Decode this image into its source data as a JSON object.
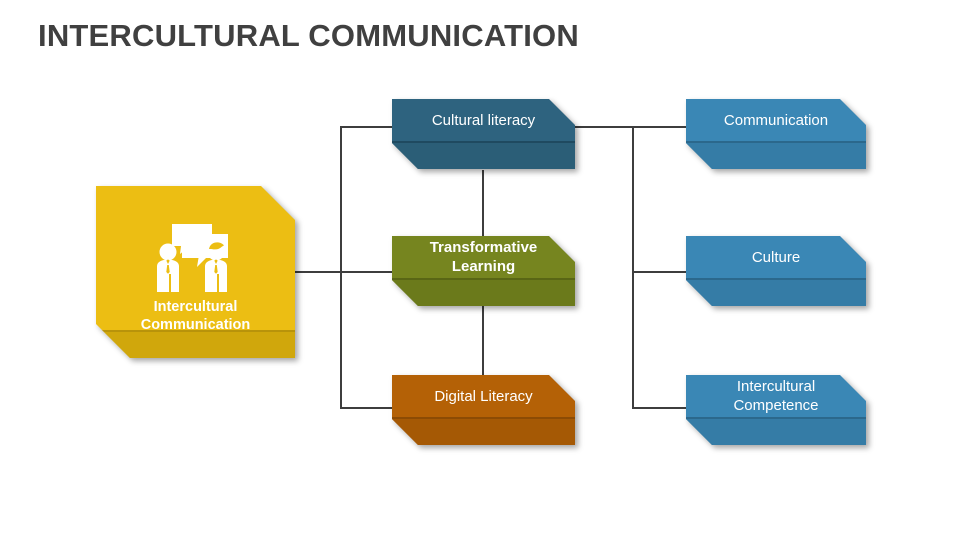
{
  "title": "INTERCULTURAL COMMUNICATION",
  "colors": {
    "title": "#404040",
    "hero": "#ECBE13",
    "dark_blue": "#2E637F",
    "green": "#76851F",
    "orange": "#B46106",
    "blue": "#3A87B5",
    "connector": "#3D3D3D",
    "background": "#FFFFFF"
  },
  "hero": {
    "label_line1": "Intercultural",
    "label_line2": "Communication",
    "icon": "two-people-conversation-icon"
  },
  "middle_column": [
    {
      "label": "Cultural literacy",
      "color": "#2E637F",
      "bold": false
    },
    {
      "label_line1": "Transformative",
      "label_line2": "Learning",
      "color": "#76851F",
      "bold": true
    },
    {
      "label": "Digital Literacy",
      "color": "#B46106",
      "bold": false
    }
  ],
  "right_column": [
    {
      "label": "Communication",
      "color": "#3A87B5",
      "bold": false
    },
    {
      "label": "Culture",
      "color": "#3A87B5",
      "bold": false
    },
    {
      "label_line1": "Intercultural",
      "label_line2": "Competence",
      "color": "#3A87B5",
      "bold": false
    }
  ]
}
